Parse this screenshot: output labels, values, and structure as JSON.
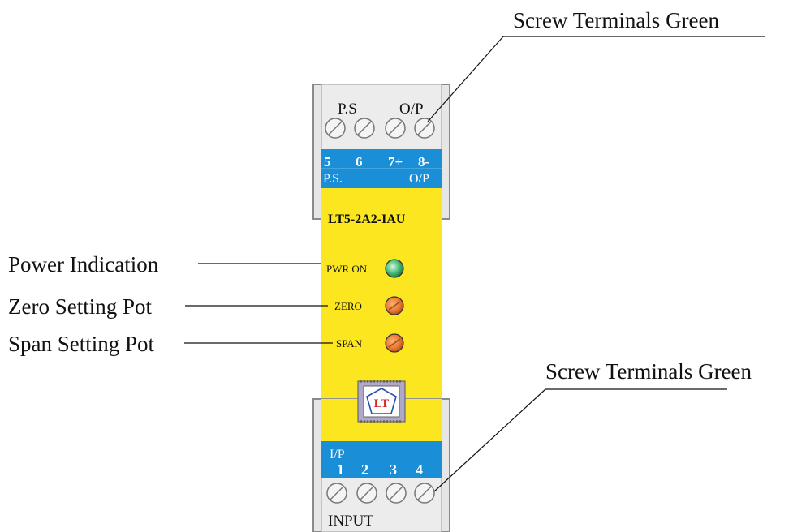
{
  "device": {
    "model": "LT5-2A2-IAU",
    "top_block": {
      "label_left": "P.S",
      "label_right": "O/P",
      "terminal_numbers": [
        "5",
        "6",
        "7+",
        "8-"
      ],
      "group_left": "P.S.",
      "group_right": "O/P"
    },
    "indicators": [
      {
        "label": "PWR ON",
        "color": "#3cb371"
      },
      {
        "label": "ZERO",
        "color": "#e8772e"
      },
      {
        "label": "SPAN",
        "color": "#e8772e"
      }
    ],
    "logo_text": "LT",
    "bottom_block": {
      "group_label": "I/P",
      "terminal_numbers": [
        "1",
        "2",
        "3",
        "4"
      ],
      "bottom_label": "INPUT"
    }
  },
  "callouts": {
    "top_right": "Screw Terminals Green",
    "power": "Power Indication",
    "zero": "Zero Setting Pot",
    "span": "Span Setting Pot",
    "bottom_right": "Screw Terminals Green"
  },
  "colors": {
    "body_yellow": "#fbe61f",
    "terminal_blue": "#1a8ed6",
    "housing_gray": "#e6e6e6",
    "housing_stroke": "#888888"
  }
}
